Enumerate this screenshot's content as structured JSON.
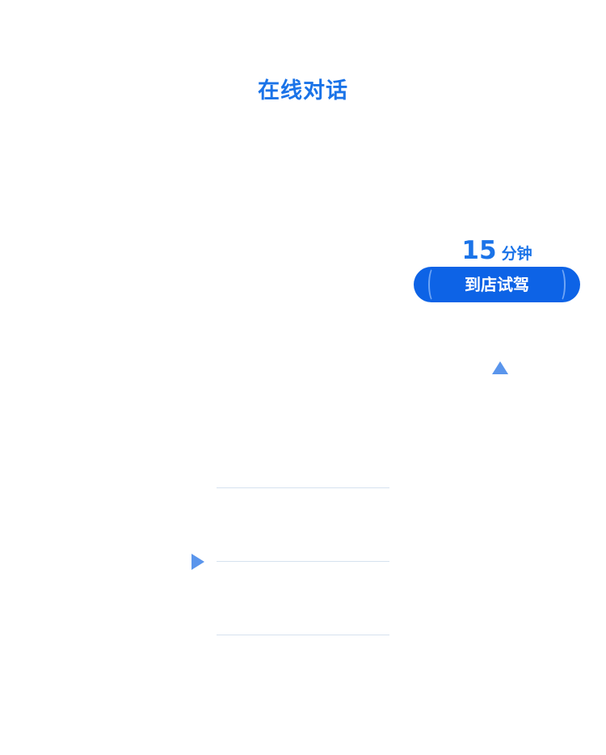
{
  "header": {
    "title": "在线对话"
  },
  "promo": {
    "duration_number": "15",
    "duration_unit": "分钟",
    "button_label": "到店试驾"
  },
  "icons": {
    "up": "up-arrow-icon",
    "play": "play-icon"
  },
  "colors": {
    "accent": "#1a73e8",
    "button_bg": "#0d63e6",
    "icon": "#5a95ec",
    "divider": "#d6e2ef"
  }
}
